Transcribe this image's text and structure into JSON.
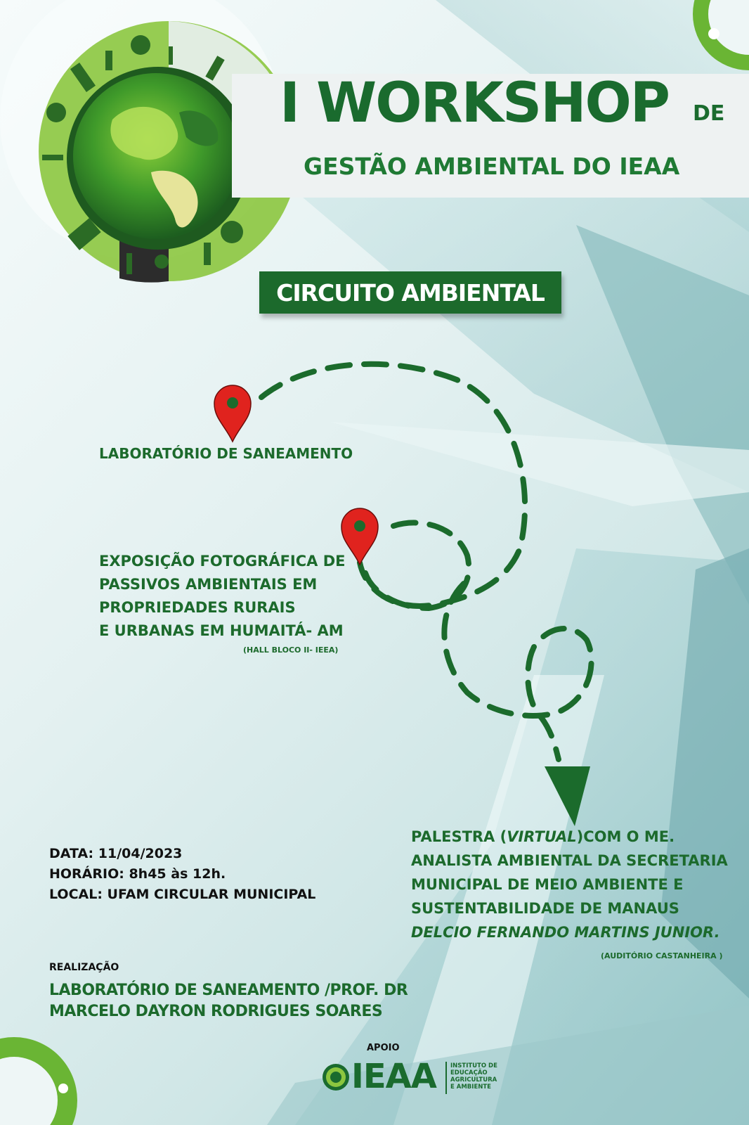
{
  "header": {
    "title_main": "I WORKSHOP",
    "title_de": "DE",
    "title_sub": "GESTÃO AMBIENTAL DO IEAA"
  },
  "circuit": {
    "label": "CIRCUITO AMBIENTAL"
  },
  "stops": {
    "stop1": "LABORATÓRIO DE SANEAMENTO",
    "stop2_lines": [
      "EXPOSIÇÃO FOTOGRÁFICA DE",
      "PASSIVOS AMBIENTAIS EM",
      "PROPRIEDADES RURAIS",
      "E URBANAS EM HUMAITÁ- AM"
    ],
    "stop2_note": "(HALL BLOCO II- IEEA)",
    "talk": {
      "line1_pre": "PALESTRA (",
      "line1_italic": "VIRTUAL",
      "line1_post": ")COM O ME.",
      "line2": "ANALISTA AMBIENTAL  DA SECRETARIA",
      "line3": "MUNICIPAL DE MEIO AMBIENTE E",
      "line4": "SUSTENTABILIDADE DE MANAUS",
      "speaker": "DELCIO FERNANDO MARTINS JUNIOR.",
      "note": "(AUDITÓRIO CASTANHEIRA )"
    }
  },
  "info": {
    "date": "DATA: 11/04/2023",
    "time": "HORÁRIO: 8h45 às 12h.",
    "place": "LOCAL: UFAM CIRCULAR MUNICIPAL"
  },
  "realizacao": {
    "label": "REALIZAÇÃO",
    "line1": "LABORATÓRIO DE SANEAMENTO /PROF. DR",
    "line2": "MARCELO DAYRON RODRIGUES SOARES"
  },
  "apoio": {
    "label": "APOIO",
    "logo_text": "IEAA",
    "desc_lines": [
      "INSTITUTO DE",
      "EDUCAÇÃO",
      "AGRICULTURA",
      "E AMBIENTE"
    ]
  },
  "colors": {
    "primary_green": "#1c6a2c",
    "pin_red": "#e0231e",
    "path_green": "#1b6b2c"
  }
}
